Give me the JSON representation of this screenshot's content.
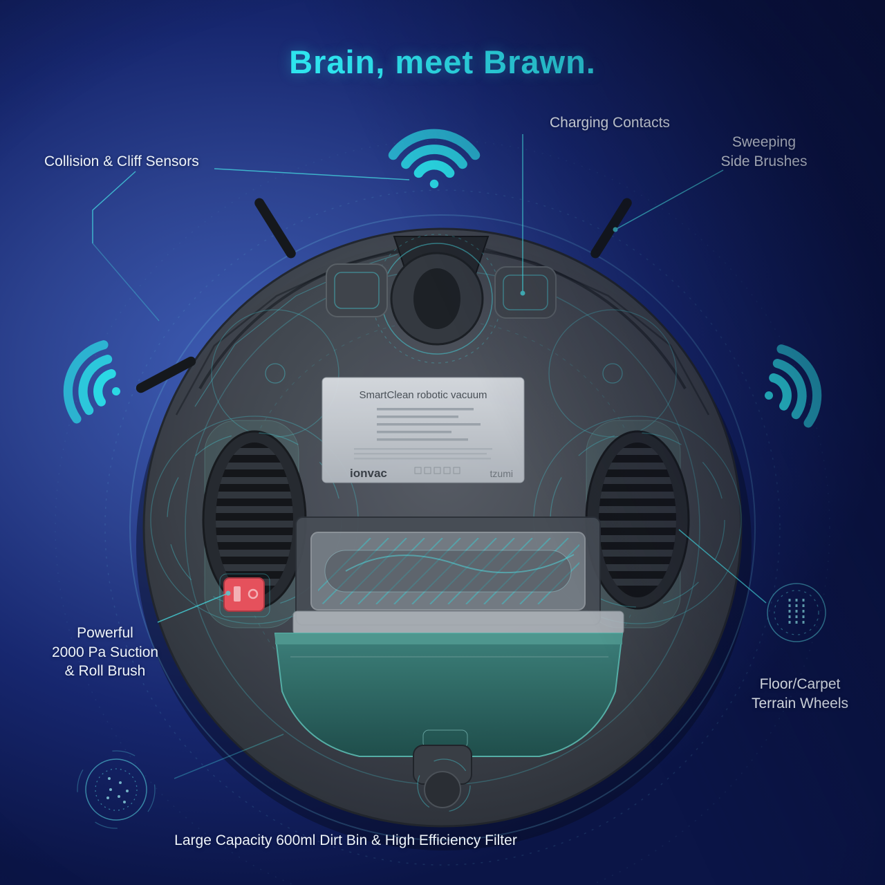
{
  "title": "Brain, meet Brawn.",
  "callouts": {
    "collision": "Collision & Cliff Sensors",
    "charging": "Charging Contacts",
    "sweeping1": "Sweeping",
    "sweeping2": "Side Brushes",
    "suction1": "Powerful",
    "suction2": "2000 Pa Suction",
    "suction3": "& Roll Brush",
    "terrain1": "Floor/Carpet",
    "terrain2": "Terrain Wheels",
    "dirt_bin": "Large Capacity 600ml Dirt Bin & High Efficiency Filter"
  },
  "plate": {
    "model_title": "SmartClean robotic vacuum",
    "brand_left": "ionvac",
    "brand_right": "tzumi"
  },
  "colors": {
    "accent_cyan": "#2bd8e4",
    "title_cyan": "#2ee4ee",
    "label_white": "#eef4fa",
    "body_gray": "#42474e",
    "dirt_bin_teal": "#2f7a74",
    "switch_red": "#e5515c",
    "background_blue": "#2c428f",
    "background_dark": "#0b1547"
  }
}
